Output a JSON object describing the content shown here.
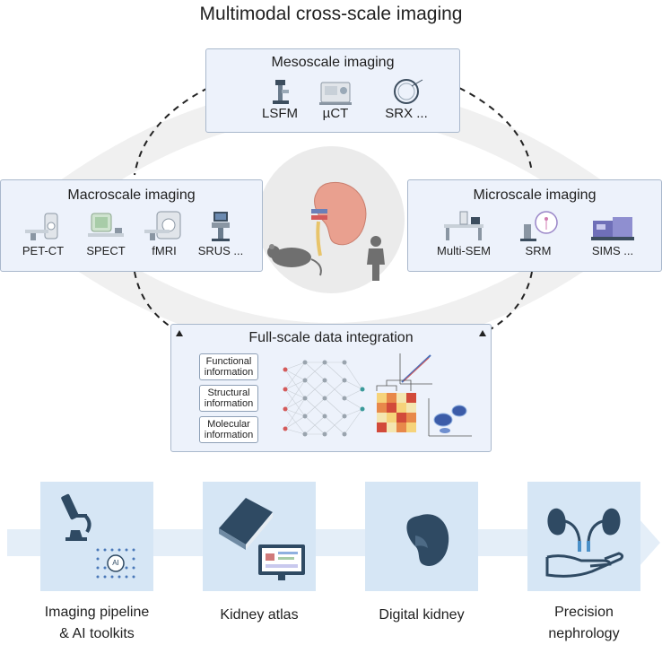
{
  "title": "Multimodal cross-scale imaging",
  "mesoscale": {
    "title": "Mesoscale imaging",
    "devices": [
      {
        "label": "LSFM",
        "icon": "microscope-icon"
      },
      {
        "label": "µCT",
        "icon": "micro-ct-scanner-icon"
      },
      {
        "label": "SRX ...",
        "icon": "synchrotron-ring-icon"
      }
    ]
  },
  "macroscale": {
    "title": "Macroscale imaging",
    "devices": [
      {
        "label": "PET-CT",
        "icon": "pet-ct-scanner-icon"
      },
      {
        "label": "SPECT",
        "icon": "spect-scanner-icon"
      },
      {
        "label": "fMRI",
        "icon": "mri-scanner-icon"
      },
      {
        "label": "SRUS ...",
        "icon": "ultrasound-cart-icon"
      }
    ]
  },
  "microscale": {
    "title": "Microscale imaging",
    "devices": [
      {
        "label": "Multi-SEM",
        "icon": "electron-microscope-icon"
      },
      {
        "label": "SRM",
        "icon": "super-resolution-microscope-icon"
      },
      {
        "label": "SIMS ...",
        "icon": "mass-spectrometer-icon"
      }
    ]
  },
  "integration": {
    "title": "Full-scale data integration",
    "info": [
      {
        "label": "Functional information"
      },
      {
        "label": "Structural information"
      },
      {
        "label": "Molecular information"
      }
    ]
  },
  "center_icons": [
    "kidney-icon",
    "mouse-icon",
    "person-icon"
  ],
  "applications": [
    {
      "label_line1": "Imaging pipeline",
      "label_line2": "& AI toolkits",
      "icon": "microscope-ai-icon",
      "ai_badge": "AI"
    },
    {
      "label_line1": "Kidney atlas",
      "label_line2": "",
      "icon": "book-monitor-icon"
    },
    {
      "label_line1": "Digital kidney",
      "label_line2": "",
      "icon": "digital-kidney-icon"
    },
    {
      "label_line1": "Precision",
      "label_line2": "nephrology",
      "icon": "kidneys-hand-icon"
    }
  ],
  "colors": {
    "panel_bg": "#edf2fb",
    "panel_border": "#a9b8cc",
    "tile_bg": "#d6e6f5",
    "arrow": "#e4eef8",
    "eye_gray": "#ebebeb",
    "kidney": "#e9a08f",
    "icon_dark": "#2f4a63"
  }
}
